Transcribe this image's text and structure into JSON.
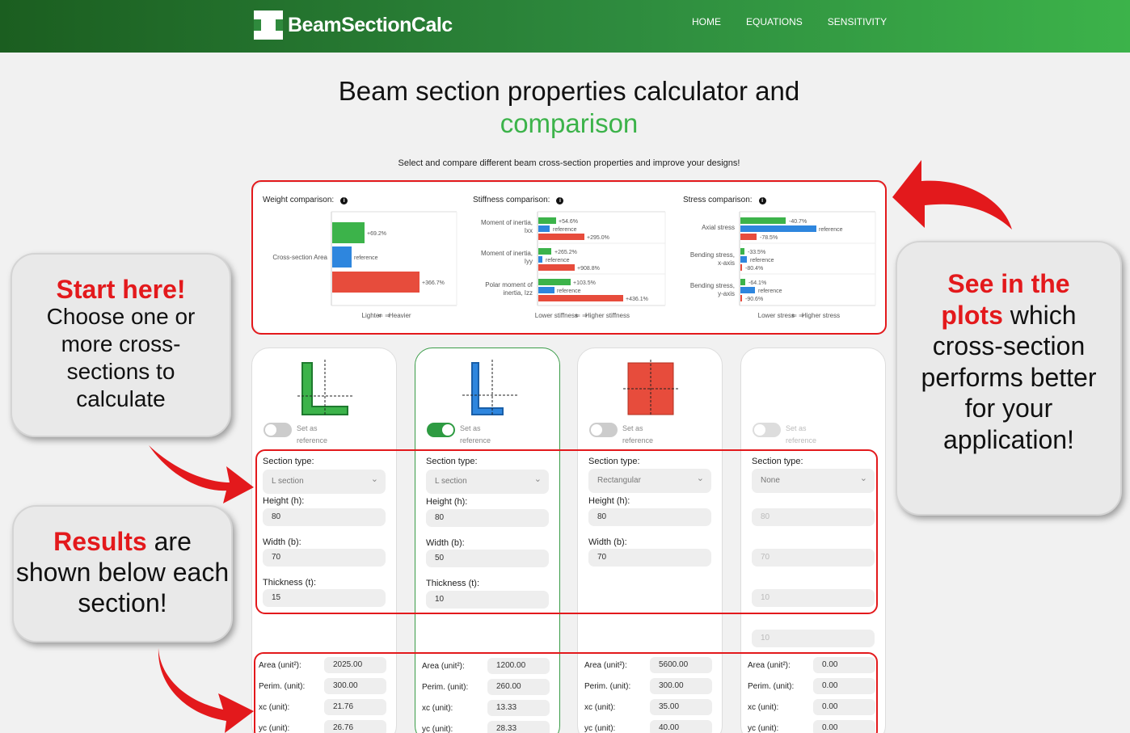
{
  "header": {
    "brand": "BeamSectionCalc",
    "nav": [
      "HOME",
      "EQUATIONS",
      "SENSITIVITY"
    ]
  },
  "page": {
    "title_line1": "Beam section properties calculator and",
    "title_line2": "comparison",
    "subtitle": "Select and compare different beam cross-section properties and improve your designs!"
  },
  "colors": {
    "green": "#3cb34a",
    "blue": "#2e86de",
    "red": "#e74c3c",
    "highlight": "#e3191c"
  },
  "charts": {
    "weight": {
      "title": "Weight comparison:",
      "category": "Cross-section  Area",
      "labels": [
        "+69.2%",
        "reference",
        "+366.7%"
      ],
      "axis_left": "Lighter",
      "axis_right": "Heavier"
    },
    "stiffness": {
      "title": "Stiffness comparison:",
      "categories": [
        "Moment of inertia, Ixx",
        "Moment of inertia, Iyy",
        "Polar moment  of inertia, Izz"
      ],
      "labels": [
        [
          "+54.6%",
          "reference",
          "+295.0%"
        ],
        [
          "+265.2%",
          "reference",
          "+908.8%"
        ],
        [
          "+103.5%",
          "reference",
          "+436.1%"
        ]
      ],
      "axis_left": "Lower stiffness",
      "axis_right": "Higher stiffness"
    },
    "stress": {
      "title": "Stress comparison:",
      "categories": [
        "Axial stress",
        "Bending stress, x-axis",
        "Bending stress, y-axis"
      ],
      "labels": [
        [
          "-40.7%",
          "reference",
          "-78.5%"
        ],
        [
          "-33.5%",
          "reference",
          "-80.4%"
        ],
        [
          "-64.1%",
          "reference",
          "-90.6%"
        ]
      ],
      "axis_left": "Lower stress",
      "axis_right": "Higher stress"
    }
  },
  "chart_data": [
    {
      "type": "bar",
      "title": "Weight comparison:",
      "categories": [
        "Cross-section  Area"
      ],
      "series": [
        {
          "values": [
            69.2
          ]
        },
        {
          "values": [
            0
          ]
        },
        {
          "values": [
            366.7
          ]
        }
      ]
    },
    {
      "type": "bar",
      "title": "Stiffness comparison:",
      "categories": [
        "Moment of inertia, Ixx",
        "Moment of inertia, Iyy",
        "Polar moment  of inertia, Izz"
      ],
      "series": [
        {
          "values": [
            54.6,
            265.2,
            103.5
          ]
        },
        {
          "values": [
            0,
            0,
            0
          ]
        },
        {
          "values": [
            295.0,
            908.8,
            436.1
          ]
        }
      ]
    },
    {
      "type": "bar",
      "title": "Stress comparison:",
      "categories": [
        "Axial stress",
        "Bending stress, x-axis",
        "Bending stress, y-axis"
      ],
      "series": [
        {
          "values": [
            -40.7,
            -33.5,
            -64.1
          ]
        },
        {
          "values": [
            0,
            0,
            0
          ]
        },
        {
          "values": [
            -78.5,
            -80.4,
            -90.6
          ]
        }
      ]
    }
  ],
  "toggle_label": "Set as reference",
  "fields": {
    "section_type": "Section type:",
    "height": "Height (h):",
    "width": "Width (b):",
    "thickness": "Thickness (t):"
  },
  "results_labels": {
    "area": "Area (unit²):",
    "perim": "Perim. (unit):",
    "xc": "xc (unit):",
    "yc": "yc (unit):"
  },
  "cards": [
    {
      "section": "L section",
      "height": "80",
      "width": "70",
      "thickness": "15",
      "reference": false,
      "area": "2025.00",
      "perim": "300.00",
      "xc": "21.76",
      "yc": "26.76"
    },
    {
      "section": "L section",
      "height": "80",
      "width": "50",
      "thickness": "10",
      "reference": true,
      "area": "1200.00",
      "perim": "260.00",
      "xc": "13.33",
      "yc": "28.33"
    },
    {
      "section": "Rectangular",
      "height": "80",
      "width": "70",
      "reference": false,
      "area": "5600.00",
      "perim": "300.00",
      "xc": "35.00",
      "yc": "40.00"
    },
    {
      "section": "None",
      "height": "80",
      "width": "70",
      "thickness": "10",
      "extra": "10",
      "reference": false,
      "area": "0.00",
      "perim": "0.00",
      "xc": "0.00",
      "yc": "0.00"
    }
  ],
  "callouts": {
    "start": {
      "highlight": "Start here!",
      "text": "Choose one or more cross-sections to calculate"
    },
    "results": {
      "highlight": "Results",
      "text_after": " are shown below each section!"
    },
    "plots": {
      "text_before": "See in the",
      "highlight": "plots",
      "text_after": " which cross-section performs better for your application!"
    }
  }
}
